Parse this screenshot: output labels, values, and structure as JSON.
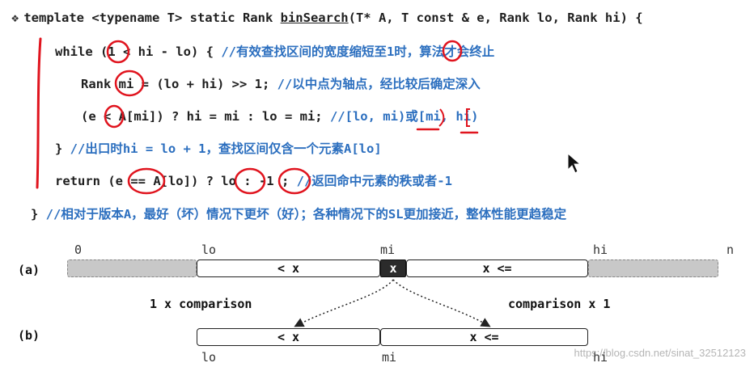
{
  "colors": {
    "comment": "#2c6fbf",
    "code": "#1f1f1f",
    "annotation": "#e0141e",
    "ellipsis": "#d5d5d5",
    "pivot": "#2b2b2b"
  },
  "code": {
    "bullet": "❖",
    "line1": {
      "pre": "template <typename T> static Rank ",
      "fn": "binSearch",
      "post": "(T* A, T const & e, Rank lo, Rank hi) {"
    },
    "line2": {
      "code": "while (1 < hi - lo) { ",
      "comment": "//有效查找区间的宽度缩短至1时，算法才会终止"
    },
    "line3": {
      "code": "Rank mi = (lo + hi) >> 1; ",
      "comment": "//以中点为轴点，经比较后确定深入"
    },
    "line4": {
      "code": "(e < A[mi]) ? hi = mi : lo = mi; ",
      "comment": "//[lo, mi)或[mi, hi)"
    },
    "line5": {
      "code": "} ",
      "comment": "//出口时hi = lo + 1，查找区间仅含一个元素A[lo]"
    },
    "line6": {
      "code": "return (e == A[lo]) ? lo : -1 ; ",
      "comment": "//返回命中元素的秩或者-1"
    },
    "line7": {
      "code": "} ",
      "comment": "//相对于版本A，最好（坏）情况下更坏（好）；各种情况下的SL更加接近，整体性能更趋稳定"
    }
  },
  "diagram": {
    "row_a": {
      "tag": "(a)",
      "idx_0": "0",
      "idx_lo": "lo",
      "idx_mi": "mi",
      "idx_hi": "hi",
      "idx_n": "n",
      "left_seg": "< x",
      "pivot": "x",
      "right_seg": "x <="
    },
    "comparison_left": "1 x comparison",
    "comparison_right": "comparison x 1",
    "row_b": {
      "tag": "(b)",
      "left_seg": "< x",
      "right_seg": "x <=",
      "idx_lo": "lo",
      "idx_mi": "mi",
      "idx_hi": "hi"
    }
  },
  "watermark": "https://blog.csdn.net/sinat_32512123"
}
